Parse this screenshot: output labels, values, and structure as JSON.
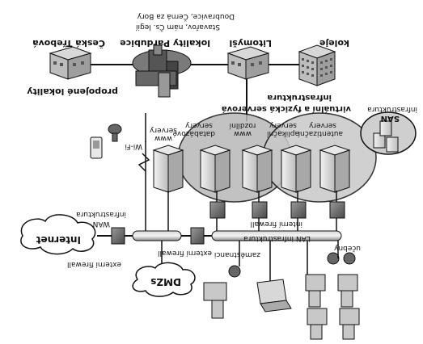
{
  "header": {
    "address_line1": "Doubravice, Černá za Bory",
    "address_line2": "Stavařov, nám Čs. legií"
  },
  "locations": {
    "ceska_trebova": "Česká Třebová",
    "lokality_pardubice": "lokality Pardubice",
    "litomysl": "Litomyšl",
    "koleje": "koleje",
    "propojene_lokality": "propojené lokality"
  },
  "virtual": {
    "title_line1": "virtuální a fyzická serverová",
    "title_line2": "infrastruktura",
    "servers": [
      "databázové servery",
      "www rozdílní",
      "aplikační servery",
      "autentizační servery"
    ]
  },
  "san": {
    "label": "SAN",
    "sublabel": "infrastruktura"
  },
  "dmz": {
    "wifi_label": "Wi-Fi",
    "www_label": "www servery",
    "dmz_cloud": "DMZs"
  },
  "wan": {
    "internet_cloud": "Internet",
    "wan_label_line1": "WAN",
    "wan_label_line2": "infrastruktura",
    "external_firewall_1": "externí firewall",
    "external_firewall_2": "externí firewall"
  },
  "lan": {
    "label": "LAN infrastruktura",
    "internal_firewall": "interní firewall",
    "zamestnanci": "zaměstnanci",
    "ucebny": "učebny"
  }
}
